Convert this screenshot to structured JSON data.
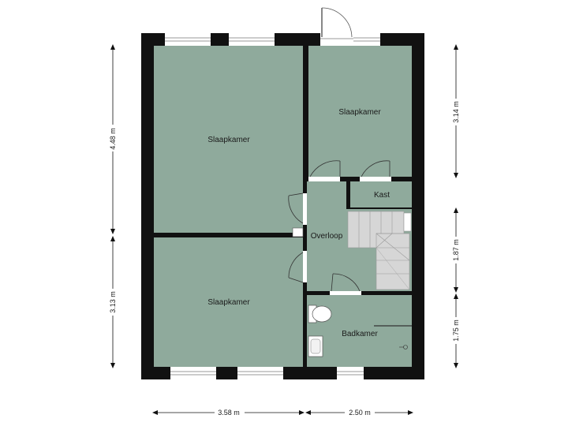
{
  "colors": {
    "floor": "#8faa9c",
    "wall": "#111111",
    "window": "#ffffff",
    "stair": "#d6d6d6",
    "dimension": "#111111",
    "background": "#ffffff"
  },
  "rooms": {
    "bedroom_left_top": "Slaapkamer",
    "bedroom_right_top": "Slaapkamer",
    "bedroom_left_bottom": "Slaapkamer",
    "closet": "Kast",
    "landing": "Overloop",
    "bathroom": "Badkamer"
  },
  "dimensions": {
    "left_upper": "4.48 m",
    "left_lower": "3.13 m",
    "right_upper": "3.14 m",
    "right_middle": "1.87 m",
    "right_lower": "1.75 m",
    "bottom_left": "3.58 m",
    "bottom_right": "2.50 m"
  },
  "icons": [
    "toilet-icon",
    "sink-icon",
    "shower-icon",
    "stairs-icon",
    "door-swing-icon",
    "window-icon"
  ]
}
